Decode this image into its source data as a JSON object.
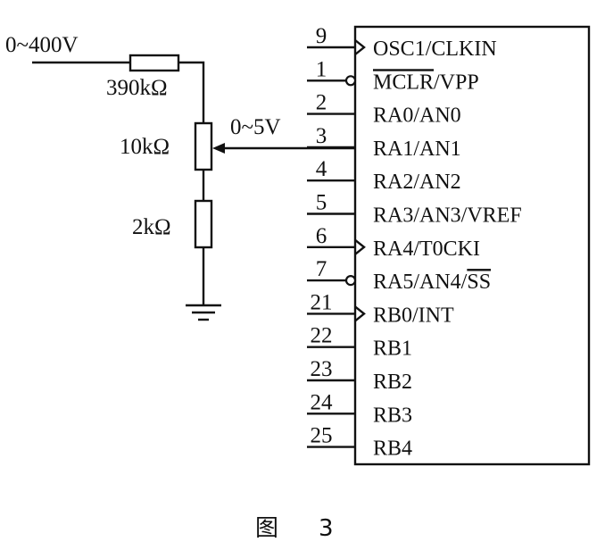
{
  "input": {
    "voltage": "0~400V"
  },
  "resistors": {
    "r1": {
      "value": "390kΩ"
    },
    "pot": {
      "value": "10kΩ"
    },
    "r2": {
      "value": "2kΩ"
    }
  },
  "wiper": {
    "voltage": "0~5V"
  },
  "chip": {
    "pins": [
      {
        "num": "9",
        "name": "OSC1/CLKIN",
        "marker": "clock",
        "overline": ""
      },
      {
        "num": "1",
        "name": "/VPP",
        "marker": "bubble",
        "overline": "MCLR"
      },
      {
        "num": "2",
        "name": "RA0/AN0",
        "marker": "none",
        "overline": ""
      },
      {
        "num": "3",
        "name": "RA1/AN1",
        "marker": "none",
        "overline": ""
      },
      {
        "num": "4",
        "name": "RA2/AN2",
        "marker": "none",
        "overline": ""
      },
      {
        "num": "5",
        "name": "RA3/AN3/VREF",
        "marker": "none",
        "overline": ""
      },
      {
        "num": "6",
        "name": "RA4/T0CKI",
        "marker": "clock",
        "overline": ""
      },
      {
        "num": "7",
        "name": "RA5/AN4/",
        "marker": "bubble",
        "overline": "SS"
      },
      {
        "num": "21",
        "name": "RB0/INT",
        "marker": "clock",
        "overline": ""
      },
      {
        "num": "22",
        "name": "RB1",
        "marker": "none",
        "overline": ""
      },
      {
        "num": "23",
        "name": "RB2",
        "marker": "none",
        "overline": ""
      },
      {
        "num": "24",
        "name": "RB3",
        "marker": "none",
        "overline": ""
      },
      {
        "num": "25",
        "name": "RB4",
        "marker": "none",
        "overline": ""
      }
    ]
  },
  "caption": {
    "label": "图",
    "number": "3"
  }
}
